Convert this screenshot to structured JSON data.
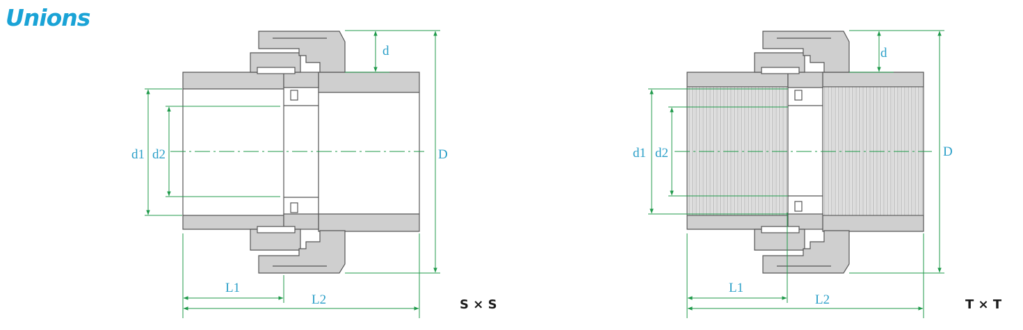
{
  "title": "Unions",
  "variants": [
    {
      "label": "S × S",
      "dimensions": {
        "d": "d",
        "d1": "d1",
        "d2": "d2",
        "D": "D",
        "L1": "L1",
        "L2": "L2"
      }
    },
    {
      "label": "T × T",
      "dimensions": {
        "d": "d",
        "d1": "d1",
        "d2": "d2",
        "D": "D",
        "L1": "L1",
        "L2": "L2"
      }
    }
  ],
  "colors": {
    "title": "#1aa3d6",
    "dimension_line": "#1f9a4a",
    "dimension_text": "#2a9fc8",
    "body_fill": "#cfcfcf",
    "body_stroke": "#555555",
    "label_text": "#1a1a1a"
  }
}
